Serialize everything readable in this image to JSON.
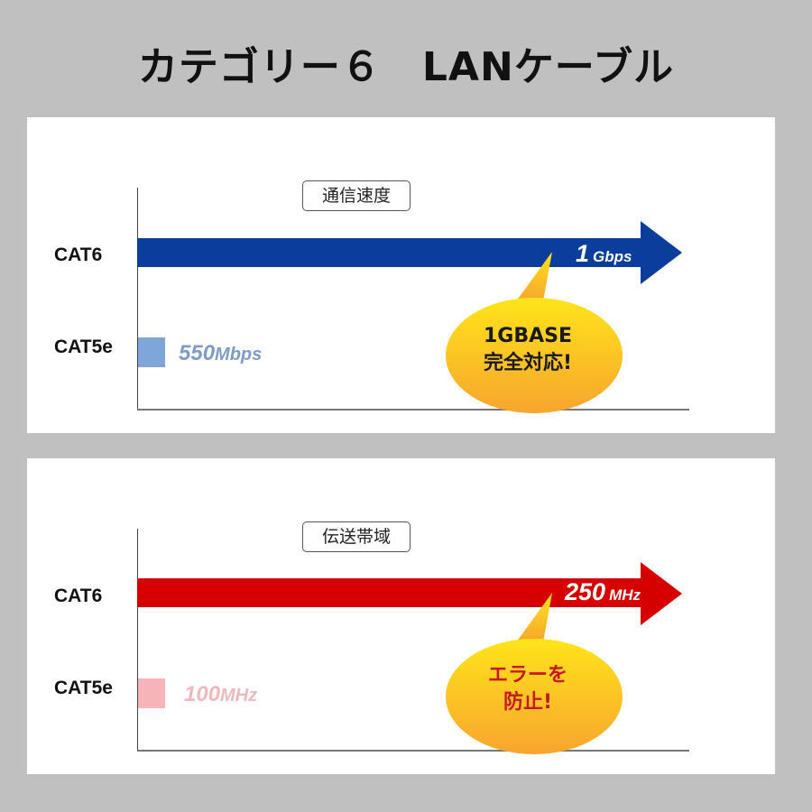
{
  "title": "カテゴリー６　LANケーブル",
  "colors": {
    "background": "#c0c0c0",
    "panel": "#ffffff",
    "speed_arrow": "#0a3d9c",
    "speed_cat5e": "#7fa6d8",
    "bandwidth_arrow": "#d60000",
    "bandwidth_cat5e": "#f7b4b8",
    "bubble_top": "#ffe41a",
    "bubble_bottom": "#f8a52e"
  },
  "panels": [
    {
      "label": "通信速度",
      "rows": [
        {
          "name": "CAT6",
          "value_num": "1",
          "value_unit": "Gbps"
        },
        {
          "name": "CAT5e",
          "value_num": "550",
          "value_unit": "Mbps"
        }
      ],
      "bubble": {
        "line1": "1GBASE",
        "line2": "完全対応!"
      }
    },
    {
      "label": "伝送帯域",
      "rows": [
        {
          "name": "CAT6",
          "value_num": "250",
          "value_unit": "MHz"
        },
        {
          "name": "CAT5e",
          "value_num": "100",
          "value_unit": "MHz"
        }
      ],
      "bubble": {
        "line1": "エラーを",
        "line2": "防止!"
      }
    }
  ],
  "chart_data": [
    {
      "type": "bar",
      "title": "通信速度",
      "orientation": "horizontal",
      "categories": [
        "CAT6",
        "CAT5e"
      ],
      "values": [
        1000,
        550
      ],
      "value_labels": [
        "1 Gbps",
        "550Mbps"
      ],
      "unit": "Mbps",
      "annotation": "1GBASE 完全対応!",
      "xlabel": "",
      "ylabel": "",
      "grid": false
    },
    {
      "type": "bar",
      "title": "伝送帯域",
      "orientation": "horizontal",
      "categories": [
        "CAT6",
        "CAT5e"
      ],
      "values": [
        250,
        100
      ],
      "value_labels": [
        "250 MHz",
        "100MHz"
      ],
      "unit": "MHz",
      "annotation": "エラーを 防止!",
      "xlabel": "",
      "ylabel": "",
      "grid": false
    }
  ]
}
